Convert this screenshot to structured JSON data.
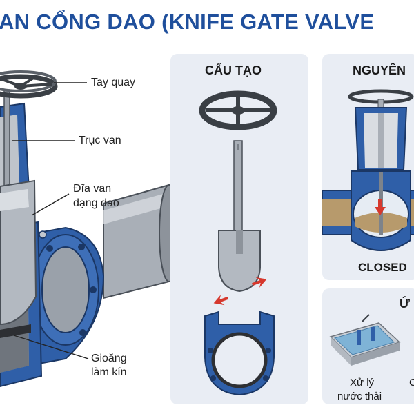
{
  "title": "AN CỔNG DAO (KNIFE GATE VALVE",
  "labels": {
    "handwheel": "Tay quay",
    "stem": "Trục van",
    "disc_line1": "Đĩa van",
    "disc_line2": "dạng dao",
    "seal_line1": "Gioăng",
    "seal_line2": "làm kín"
  },
  "panels": {
    "structure": {
      "title": "CẤU TẠO"
    },
    "principle": {
      "title": "NGUYÊN",
      "state": "CLOSED"
    },
    "application": {
      "title": "Ứ",
      "item1_line1": "Xử lý",
      "item1_line2": "nước thải",
      "item2_partial": "C"
    }
  },
  "colors": {
    "title": "#1f4f9c",
    "valve_blue": "#2f5fa8",
    "steel": "#a9afb7",
    "panel_bg": "#e9edf4",
    "arrow_red": "#d6382d",
    "sludge": "#b79a6c"
  }
}
